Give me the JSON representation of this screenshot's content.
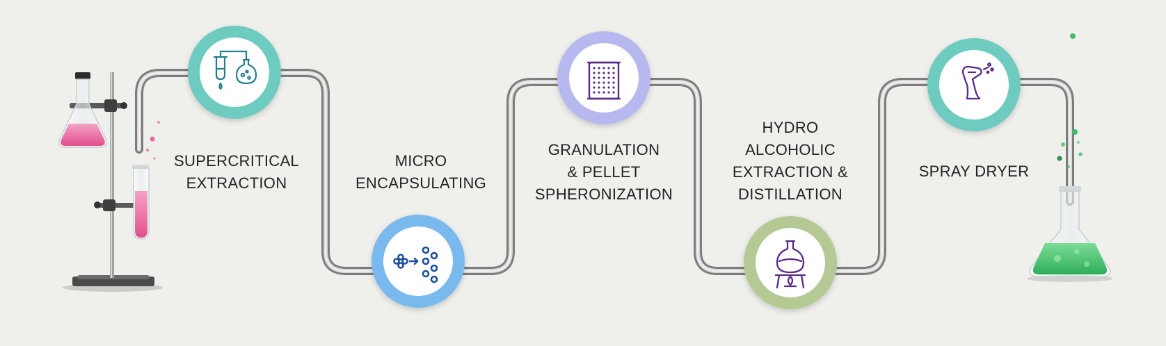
{
  "steps": [
    {
      "label_lines": [
        "SUPERCRITICAL",
        "EXTRACTION"
      ],
      "icon": "supercritical-extraction-icon",
      "ring_color": "#6dcbc0"
    },
    {
      "label_lines": [
        "MICRO",
        "ENCAPSULATING"
      ],
      "icon": "micro-encapsulation-icon",
      "ring_color": "#7ab9ee"
    },
    {
      "label_lines": [
        "GRANULATION",
        "& PELLET",
        "SPHERONIZATION"
      ],
      "icon": "granulation-drum-icon",
      "ring_color": "#b7b8ef"
    },
    {
      "label_lines": [
        "HYDRO",
        "ALCOHOLIC",
        "EXTRACTION &",
        "DISTILLATION"
      ],
      "icon": "distillation-flask-icon",
      "ring_color": "#b5c995"
    },
    {
      "label_lines": [
        "SPRAY DRYER"
      ],
      "icon": "spray-gun-icon",
      "ring_color": "#6dcbc0"
    }
  ],
  "decorations": {
    "left": "lab-stand-with-flask-and-test-tube",
    "right": "conical-flask-with-green-liquid"
  },
  "colors": {
    "background": "#efefec",
    "pipe": "#9a9a9a",
    "icon_teal": "#1f7f8a",
    "icon_blue": "#1d4f9c",
    "icon_purple": "#5b2a86",
    "pink_liquid": "#e86aa0",
    "green_liquid": "#3fbf6a"
  }
}
